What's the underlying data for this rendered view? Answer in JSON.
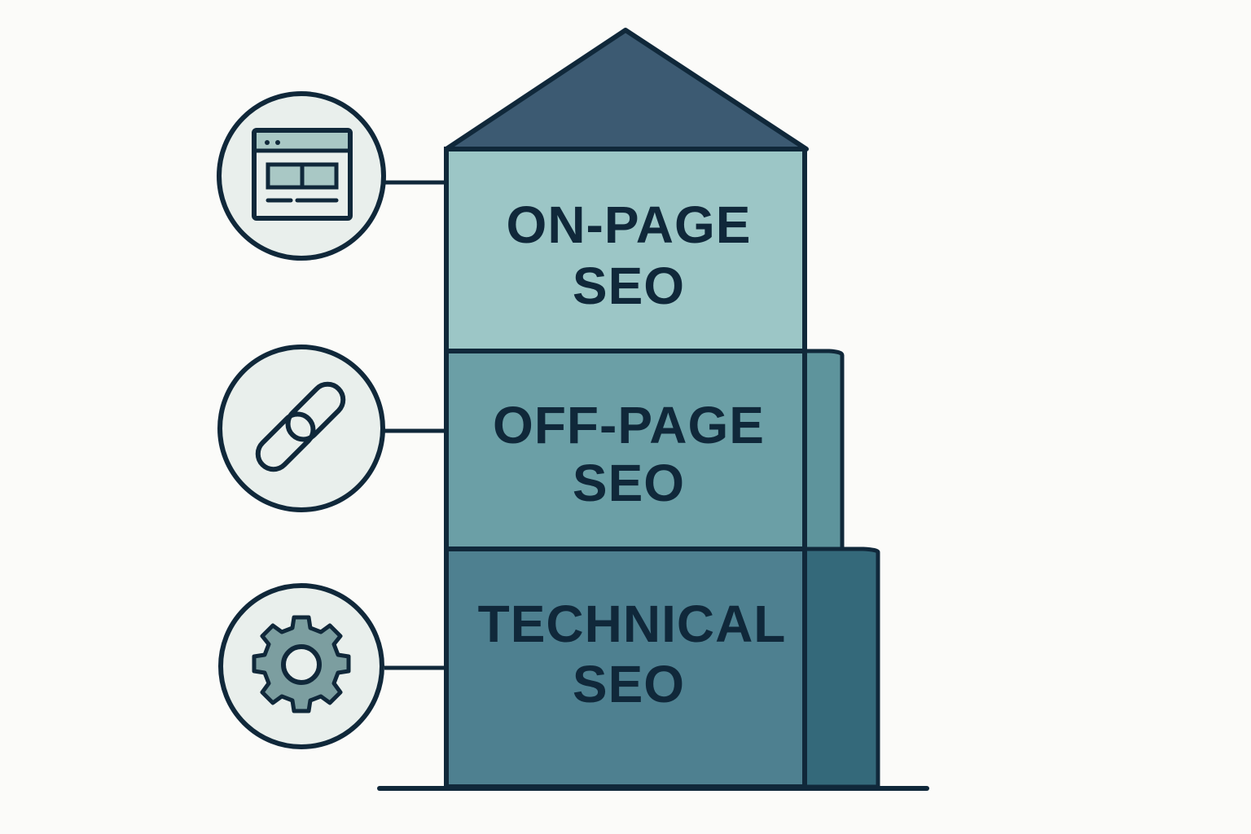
{
  "colors": {
    "background": "#fbfbf9",
    "outline": "#10283a",
    "roof": "#3c5a72",
    "on_page_fill": "#9cc6c6",
    "off_page_fill": "#6b9fa6",
    "off_page_side": "#5e949c",
    "technical_fill": "#4e8090",
    "technical_side": "#34697a",
    "icon_circle_fill": "#e9efec",
    "icon_accent": "#a9c8c5",
    "gear_fill": "#7c9ea0"
  },
  "layers": [
    {
      "id": "on-page",
      "label_line1": "ON-PAGE",
      "label_line2": "SEO",
      "icon": "web-page-icon"
    },
    {
      "id": "off-page",
      "label_line1": "OFF-PAGE",
      "label_line2": "SEO",
      "icon": "link-chain-icon"
    },
    {
      "id": "technical",
      "label_line1": "TECHNICAL",
      "label_line2": "SEO",
      "icon": "gear-icon"
    }
  ]
}
